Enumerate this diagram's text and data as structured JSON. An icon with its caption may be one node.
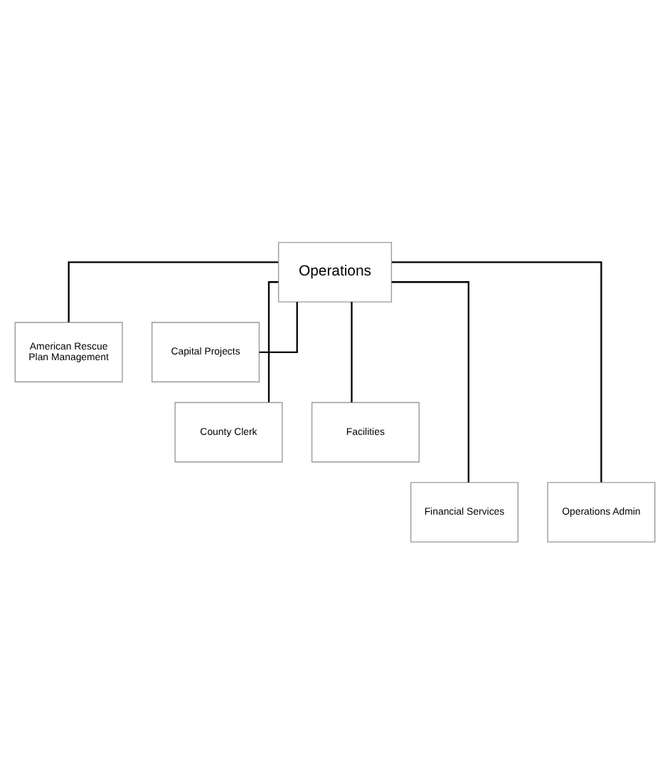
{
  "diagram": {
    "nodes": [
      {
        "text": [
          "Operations"
        ]
      },
      {
        "text": [
          "American Rescue Plan Management"
        ]
      },
      {
        "text": [
          "Capital Projects"
        ]
      },
      {
        "text": [
          "County Clerk"
        ]
      },
      {
        "text": [
          "Facilities"
        ]
      },
      {
        "text": [
          "Financial Services"
        ]
      },
      {
        "text": [
          "Operations Admin"
        ]
      }
    ],
    "edges": [
      {
        "from": 0,
        "to": 1,
        "arrow": "none"
      },
      {
        "from": 0,
        "to": 2,
        "arrow": "none"
      },
      {
        "from": 0,
        "to": 3,
        "arrow": "none"
      },
      {
        "from": 0,
        "to": 4,
        "arrow": "none"
      },
      {
        "from": 0,
        "to": 5,
        "arrow": "none"
      },
      {
        "from": 0,
        "to": 6,
        "arrow": "none"
      }
    ]
  }
}
